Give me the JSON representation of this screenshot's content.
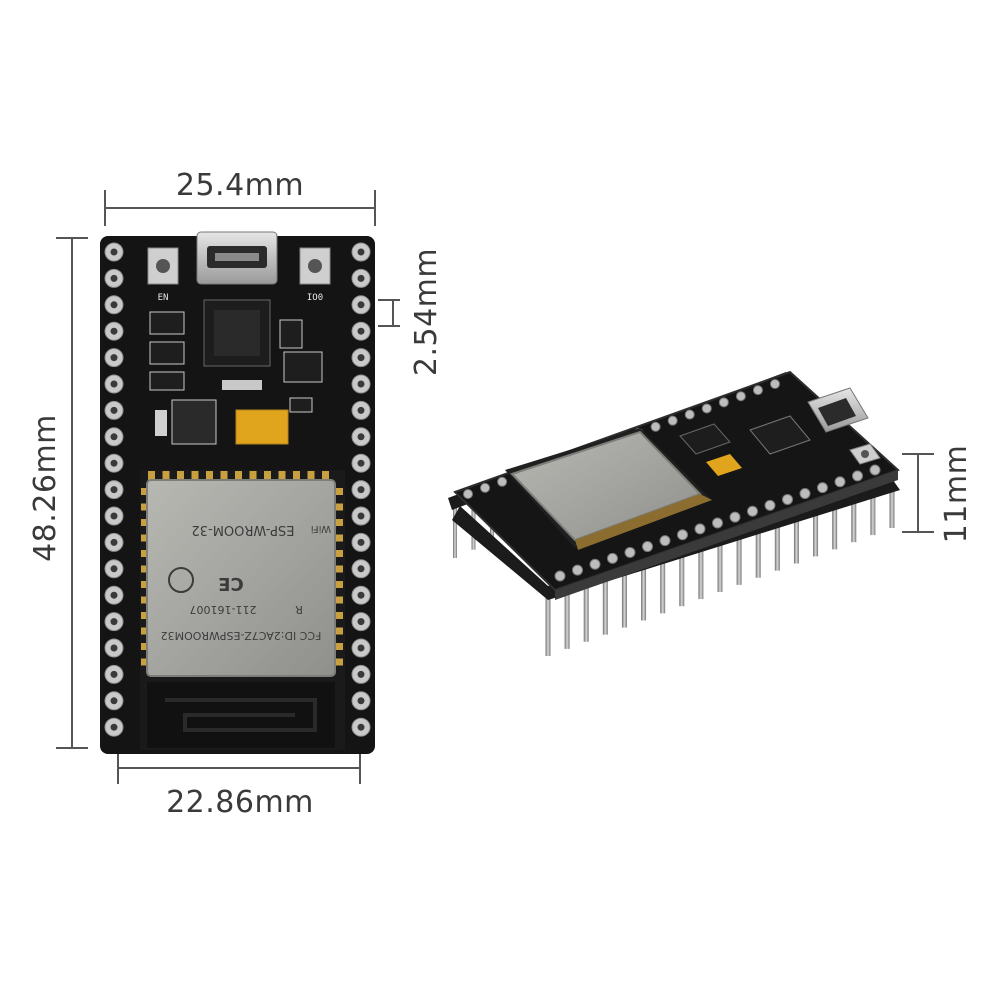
{
  "dimensions": {
    "width_top": "25.4mm",
    "height_left": "48.26mm",
    "width_bottom": "22.86mm",
    "pin_pitch": "2.54mm",
    "height_side": "11mm"
  },
  "module_markings": {
    "fcc_id": "FCC ID:2AC7Z-ESPWROOM32",
    "cert_code": "211-161007",
    "model": "ESP-WROOM-32",
    "ce_mark": "CE",
    "r_mark": "R",
    "wifi_logo": "WiFi"
  },
  "board_labels": {
    "button_left": "EN",
    "button_right": "IO0"
  },
  "colors": {
    "pcb": "#141414",
    "pad": "#c9c9c9",
    "shield": "#a9a9a5",
    "dimension_line": "#555555",
    "capacitor": "#e0a51d"
  }
}
